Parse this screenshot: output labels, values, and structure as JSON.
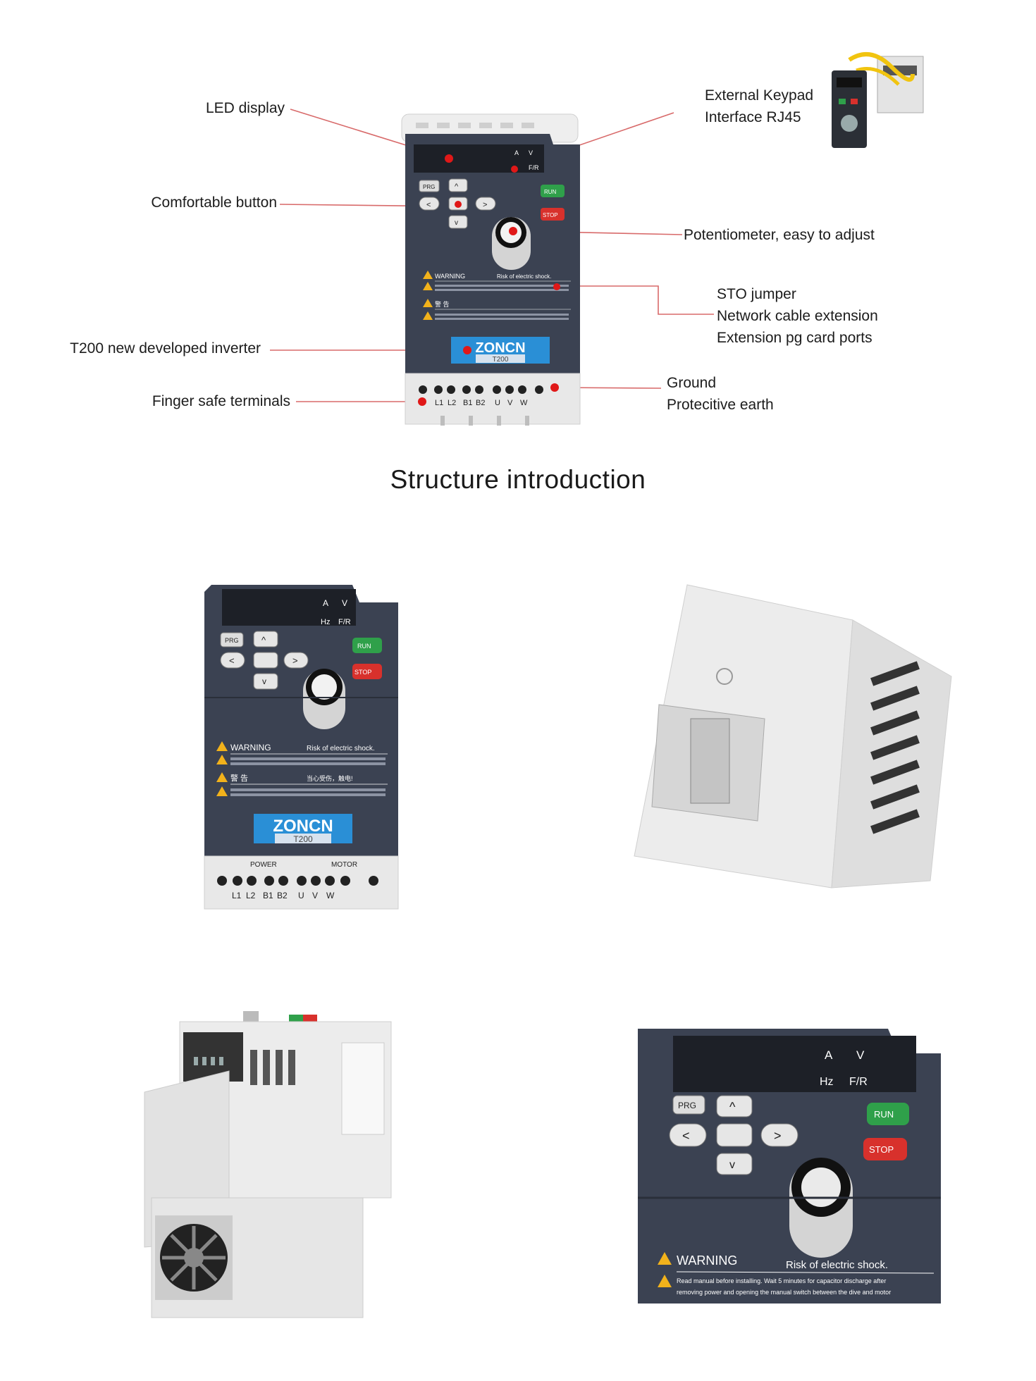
{
  "callouts": {
    "led_display": "LED display",
    "comfortable_button": "Comfortable button",
    "t200_inverter": "T200 new developed inverter",
    "finger_safe": "Finger safe terminals",
    "keypad_line1": "External Keypad",
    "keypad_line2": "Interface RJ45",
    "potentiometer": "Potentiometer, easy to adjust",
    "sto_line1": "STO jumper",
    "sto_line2": "Network cable extension",
    "sto_line3": "Extension pg card ports",
    "ground_line1": "Ground",
    "ground_line2": "Protecitive earth"
  },
  "section_title": "Structure introduction",
  "device": {
    "brand": "ZONCN",
    "model": "T200",
    "indicator_a": "A",
    "indicator_v": "V",
    "indicator_hz": "Hz",
    "indicator_fr": "F/R",
    "btn_prg": "PRG",
    "btn_run": "RUN",
    "btn_stop": "STOP",
    "warning_title": "WARNING",
    "warning_risk": "Risk of electric shock.",
    "warning_text1": "Read manual before installing. Wait 5 minutes for capacitor discharge after",
    "warning_text2": "removing power and opening the manual switch between the dive and motor",
    "cn_warning_title": "警 告",
    "cn_warning_risk": "当心受伤，触电!",
    "power_label": "POWER",
    "motor_label": "MOTOR",
    "terminals": [
      "L1",
      "L2",
      "B1",
      "B2",
      "U",
      "V",
      "W"
    ]
  },
  "colors": {
    "leader_line": "#d86a6a",
    "marker_red": "#e01818",
    "panel_dark": "#3b4252",
    "brand_blue": "#2a8fd6",
    "run_green": "#2fa04a",
    "stop_red": "#d8312c"
  }
}
